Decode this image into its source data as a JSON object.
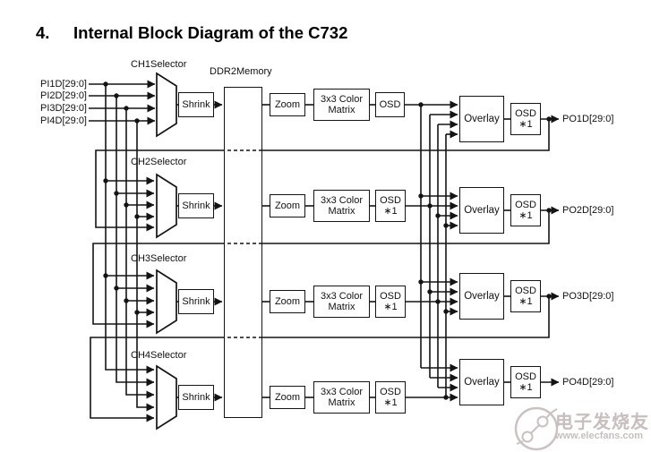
{
  "title": {
    "number": "4.",
    "text": "Internal Block Diagram of the C732"
  },
  "memory_label": "DDR2Memory",
  "inputs": [
    "PI1D[29:0]",
    "PI2D[29:0]",
    "PI3D[29:0]",
    "PI4D[29:0]"
  ],
  "channels": [
    {
      "selector_label": "CH1Selector",
      "shrink": "Shrink",
      "zoom": "Zoom",
      "matrix1": "3x3 Color",
      "matrix2": "Matrix",
      "osd_pre1": "OSD",
      "osd_pre2": "",
      "overlay": "Overlay",
      "osd_post1": "OSD",
      "osd_post2": "∗1",
      "output": "PO1D[29:0]"
    },
    {
      "selector_label": "CH2Selector",
      "shrink": "Shrink",
      "zoom": "Zoom",
      "matrix1": "3x3 Color",
      "matrix2": "Matrix",
      "osd_pre1": "OSD",
      "osd_pre2": "∗1",
      "overlay": "Overlay",
      "osd_post1": "OSD",
      "osd_post2": "∗1",
      "output": "PO2D[29:0]"
    },
    {
      "selector_label": "CH3Selector",
      "shrink": "Shrink",
      "zoom": "Zoom",
      "matrix1": "3x3 Color",
      "matrix2": "Matrix",
      "osd_pre1": "OSD",
      "osd_pre2": "∗1",
      "overlay": "Overlay",
      "osd_post1": "OSD",
      "osd_post2": "∗1",
      "output": "PO3D[29:0]"
    },
    {
      "selector_label": "CH4Selector",
      "shrink": "Shrink",
      "zoom": "Zoom",
      "matrix1": "3x3 Color",
      "matrix2": "Matrix",
      "osd_pre1": "OSD",
      "osd_pre2": "∗1",
      "overlay": "Overlay",
      "osd_post1": "OSD",
      "osd_post2": "∗1",
      "output": "PO4D[29:0]"
    }
  ],
  "watermark": {
    "brand": "电子发烧友",
    "site": "www.elecfans.com",
    "color": "#c8bebe"
  },
  "line_color": "#141414"
}
